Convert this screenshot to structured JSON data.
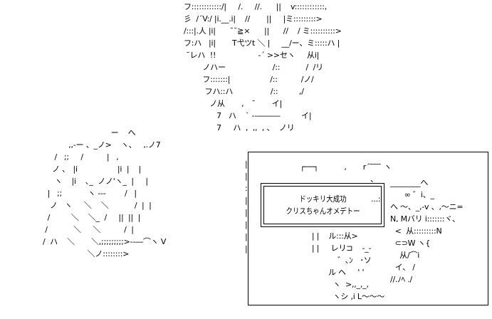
{
  "sign": {
    "line1": "ドッキリ大成功",
    "line2": "クリスちゃんオメデトー"
  },
  "art": {
    "head": [
      "フ::::::::::::/|     /.     //.      ||    v::::::::::::,",
      "彡  /´V:/ |i.__.i|    //       ||     |ミ:::::::::>",
      "/:::|.人 |i|      ¯¯≧×      ||      //    / ミ::::::::::>",
      "フ:ハ   |i|       T弋ツt ＼ |     __/ー、ミ:::::ハ |",
      " ¯レハ  !!                  -´ >>セヽ     从i|",
      "        ノハー                    /::           /  /リ",
      "        フ:::::::|                 /::          /ノ/",
      "         フハ::ハ                /::         ,/",
      "           ノ从       ,     ̄       イ|",
      "              7   ハ    ` ‐-―――         イ|",
      "              7     ハ  ,  ,,  , 、  ノリ"
    ],
    "body": [
      "                             ー    へ",
      "           ,,-ー 、_ノ>    ヽ、   ,.ノ7",
      "     /   ;;     /          |   ,",
      "    ノ ､   |i                 |i  |    |",
      "     ヽ    |i    ､_  ノノ'ヽ_  |     |",
      "  |   ;;           ヽ ‐-‐        /   |",
      "   ノ   ヽ     ＼    ＼           /  |  |",
      "  /         ＼    ＼_  /     ||  ||  |",
      " /           ＼     ＼          /  |",
      "/  ハ    ＼       ＼,;;;;;;;;;>‐-―⌒ヽ V",
      "                   ＼ノ::::::::>"
    ],
    "left_edge": [
      "|",
      "|",
      ":",
      "|",
      "|",
      "|",
      "|",
      "|"
    ],
    "panel_top": [
      "        ┌──┐           ,       r´ ̄ ̄ ̄ ̄ ̄ ヽ",
      "                                      ､"
    ],
    "panel_right": [
      "________へ",
      "      ∞ ゛i、_",
      "へ ～、_,-v 、,～ニ=",
      "N, Mバリ i:::::::ヾ、",
      "  <  从:::::::::N",
      "  ⊂⊃W ヽ{",
      "    从/⌒i",
      "  イ、 /",
      "//.ﾉﾍ ./"
    ],
    "panel_mid": [
      "   | |    ル:::从>",
      "   | |     レリ⊐    ‐_-",
      "              ゛､ﾝ   ･ソ",
      "          ル ヘ     ' '",
      "            ヽ  >,,_,_,",
      "            ヽシ ,i L～～～"
    ],
    "panel_dots": "...:"
  }
}
